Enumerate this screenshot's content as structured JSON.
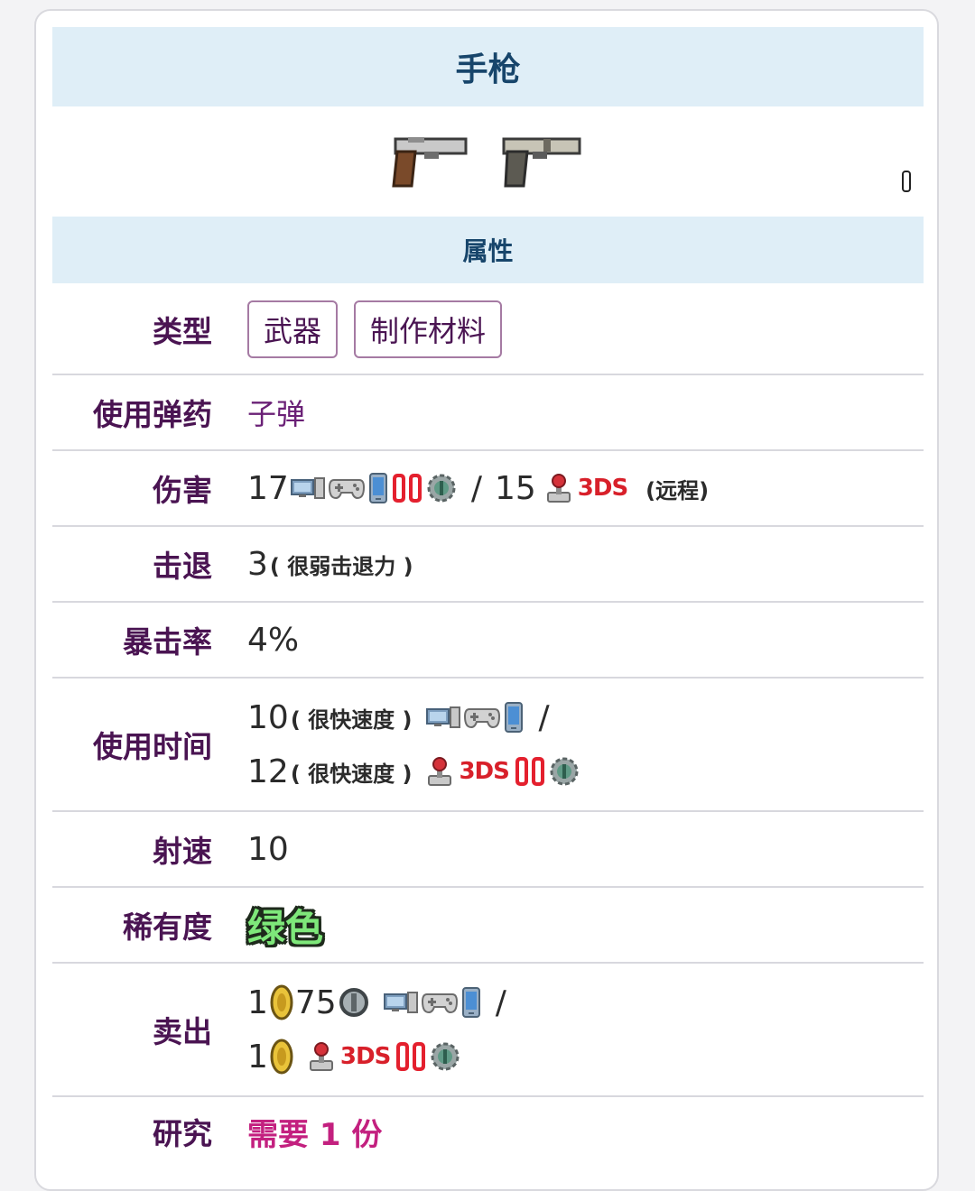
{
  "header": {
    "title": "手枪"
  },
  "section": {
    "title": "属性"
  },
  "rows": {
    "type": {
      "label": "类型",
      "tags": [
        "武器",
        "制作材料"
      ]
    },
    "ammo": {
      "label": "使用弹药",
      "value": "子弹"
    },
    "damage": {
      "label": "伤害",
      "value1": "17",
      "sep": "/",
      "value2": "15",
      "ds3": "3DS",
      "note": "(远程)"
    },
    "knockback": {
      "label": "击退",
      "value": "3",
      "note": "( 很弱击退力 )"
    },
    "crit": {
      "label": "暴击率",
      "value": "4%"
    },
    "use_time": {
      "label": "使用时间",
      "value1": "10",
      "note1": "( 很快速度 )",
      "sep": "/",
      "value2": "12",
      "note2": "( 很快速度 )",
      "ds3": "3DS"
    },
    "velocity": {
      "label": "射速",
      "value": "10"
    },
    "rarity": {
      "label": "稀有度",
      "value": "绿色",
      "color": "#7ee87a"
    },
    "sell": {
      "label": "卖出",
      "gold1": "1",
      "silver1": "75",
      "sep": "/",
      "gold2": "1",
      "ds3": "3DS"
    },
    "research": {
      "label": "研究",
      "value": "需要 1 份"
    }
  },
  "icons": {
    "item_images": [
      "pistol-icon",
      "pistol-old-icon"
    ],
    "platforms_a": [
      "pc-icon",
      "console-icon",
      "mobile-icon",
      "switch-icon",
      "tmodloader-icon"
    ],
    "platforms_b": [
      "old-gen-icon",
      "3ds-icon"
    ],
    "coins": [
      "gold-coin-icon",
      "silver-coin-icon"
    ]
  },
  "colors": {
    "header_bg": "#dfeef7",
    "header_text": "#17456b",
    "label": "#4a1452",
    "link": "#6a2076",
    "research": "#c3207f",
    "ds3": "#d8202a",
    "switch": "#e4202e"
  }
}
